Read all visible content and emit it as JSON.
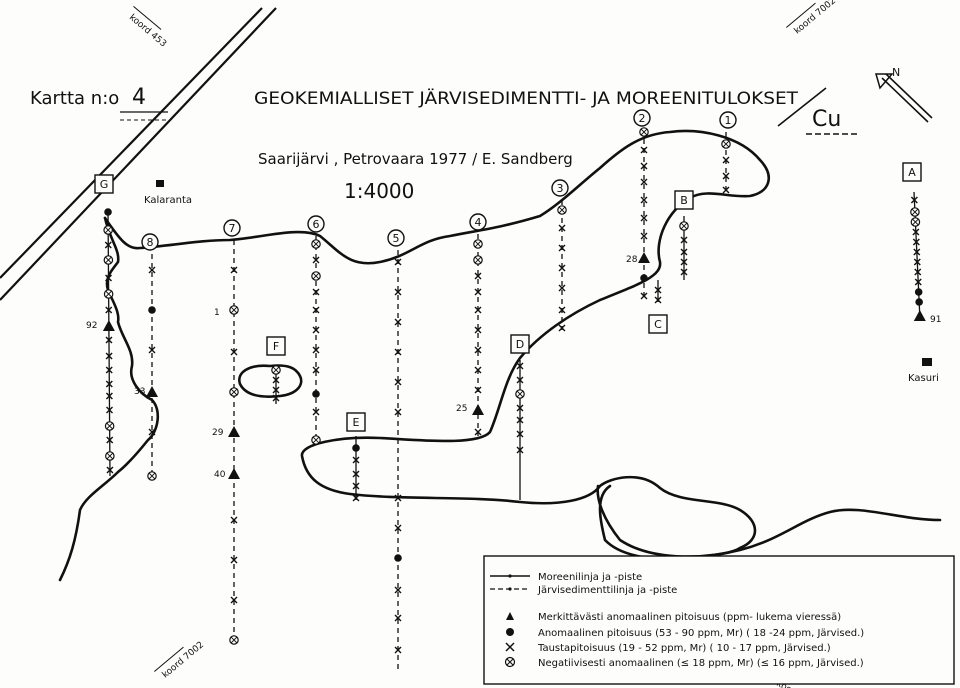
{
  "header": {
    "map_no_label": "Kartta n:o",
    "map_no_value": "4",
    "title": "GEOKEMIALLISET JÄRVISEDIMENTTI- JA MOREENITULOKSET",
    "subtitle": "Saarijärvi , Petrovaara 1977 / E. Sandberg",
    "scale": "1:4000",
    "element": "Cu",
    "north": "N"
  },
  "corners": {
    "top_left": "koord 453",
    "top_right": "koord 7002",
    "bottom_left": "koord 7002",
    "bottom_right": "koord"
  },
  "places": [
    {
      "id": "kalaranta",
      "label": "Kalaranta"
    },
    {
      "id": "kasuri",
      "label": "Kasuri"
    }
  ],
  "lines": [
    {
      "id": "G",
      "kind": "box",
      "type": "moraine"
    },
    {
      "id": "8",
      "kind": "circle",
      "type": "lake"
    },
    {
      "id": "7",
      "kind": "circle",
      "type": "lake"
    },
    {
      "id": "6",
      "kind": "circle",
      "type": "lake"
    },
    {
      "id": "5",
      "kind": "circle",
      "type": "lake"
    },
    {
      "id": "4",
      "kind": "circle",
      "type": "lake"
    },
    {
      "id": "3",
      "kind": "circle",
      "type": "lake"
    },
    {
      "id": "2",
      "kind": "circle",
      "type": "lake"
    },
    {
      "id": "1",
      "kind": "circle",
      "type": "lake"
    },
    {
      "id": "A",
      "kind": "box",
      "type": "moraine"
    },
    {
      "id": "B",
      "kind": "box",
      "type": "moraine"
    },
    {
      "id": "C",
      "kind": "box",
      "type": "moraine"
    },
    {
      "id": "D",
      "kind": "box",
      "type": "moraine"
    },
    {
      "id": "E",
      "kind": "box",
      "type": "moraine"
    },
    {
      "id": "F",
      "kind": "box",
      "type": "moraine"
    }
  ],
  "values": [
    {
      "value": "92",
      "class": "marked"
    },
    {
      "value": "33",
      "class": "marked"
    },
    {
      "value": "29",
      "class": "marked"
    },
    {
      "value": "40",
      "class": "marked"
    },
    {
      "value": "25",
      "class": "marked"
    },
    {
      "value": "28",
      "class": "marked"
    },
    {
      "value": "91",
      "class": "marked"
    },
    {
      "value": "1",
      "class": "label"
    }
  ],
  "legend": {
    "moraine_line": "Moreenilinja ja -piste",
    "lake_line": "Järvisedimenttilinja ja -piste",
    "marked": "Merkittävästi anomaalinen pitoisuus (ppm- lukema vieressä)",
    "anomalous": "Anomaalinen pitoisuus (53 - 90 ppm, Mr) ( 18 -24 ppm, Järvised.)",
    "background": "Taustapitoisuus (19 - 52 ppm, Mr) ( 10 - 17 ppm, Järvised.)",
    "negative": "Negatiivisesti anomaalinen (≤ 18 ppm, Mr) (≤ 16 ppm, Järvised.)"
  },
  "colors": {
    "ink": "#111111",
    "paper": "#fdfdfb"
  }
}
